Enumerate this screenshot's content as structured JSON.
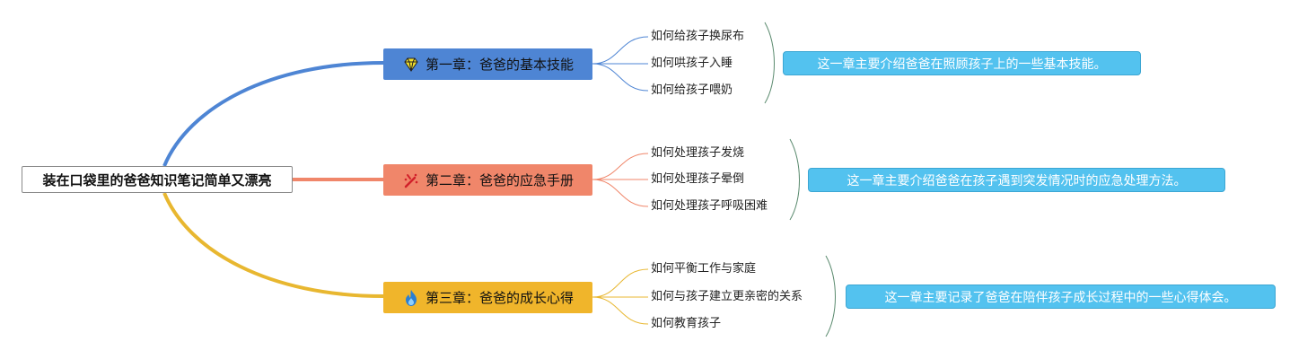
{
  "root": {
    "label": "装在口袋里的爸爸知识笔记简单又漂亮"
  },
  "branches": [
    {
      "label": "第一章：爸爸的基本技能",
      "icon": "gem-icon",
      "color": "#4e85d4",
      "line_color": "#4e85d4",
      "items": [
        "如何给孩子换尿布",
        "如何哄孩子入睡",
        "如何给孩子喂奶"
      ],
      "summary": "这一章主要介绍爸爸在照顾孩子上的一些基本技能。"
    },
    {
      "label": "第二章：爸爸的应急手册",
      "icon": "sparkle-wand-icon",
      "color": "#f0866a",
      "line_color": "#f0866a",
      "items": [
        "如何处理孩子发烧",
        "如何处理孩子晕倒",
        "如何处理孩子呼吸困难"
      ],
      "summary": "这一章主要介绍爸爸在孩子遇到突发情况时的应急处理方法。"
    },
    {
      "label": "第三章：爸爸的成长心得",
      "icon": "flame-icon",
      "color": "#f0b52b",
      "line_color": "#e8b730",
      "items": [
        "如何平衡工作与家庭",
        "如何与孩子建立更亲密的关系",
        "如何教育孩子"
      ],
      "summary": "这一章主要记录了爸爸在陪伴孩子成长过程中的一些心得体会。"
    }
  ],
  "summary_color": "#53c2ef",
  "bracket_color": "#5a8a6e"
}
